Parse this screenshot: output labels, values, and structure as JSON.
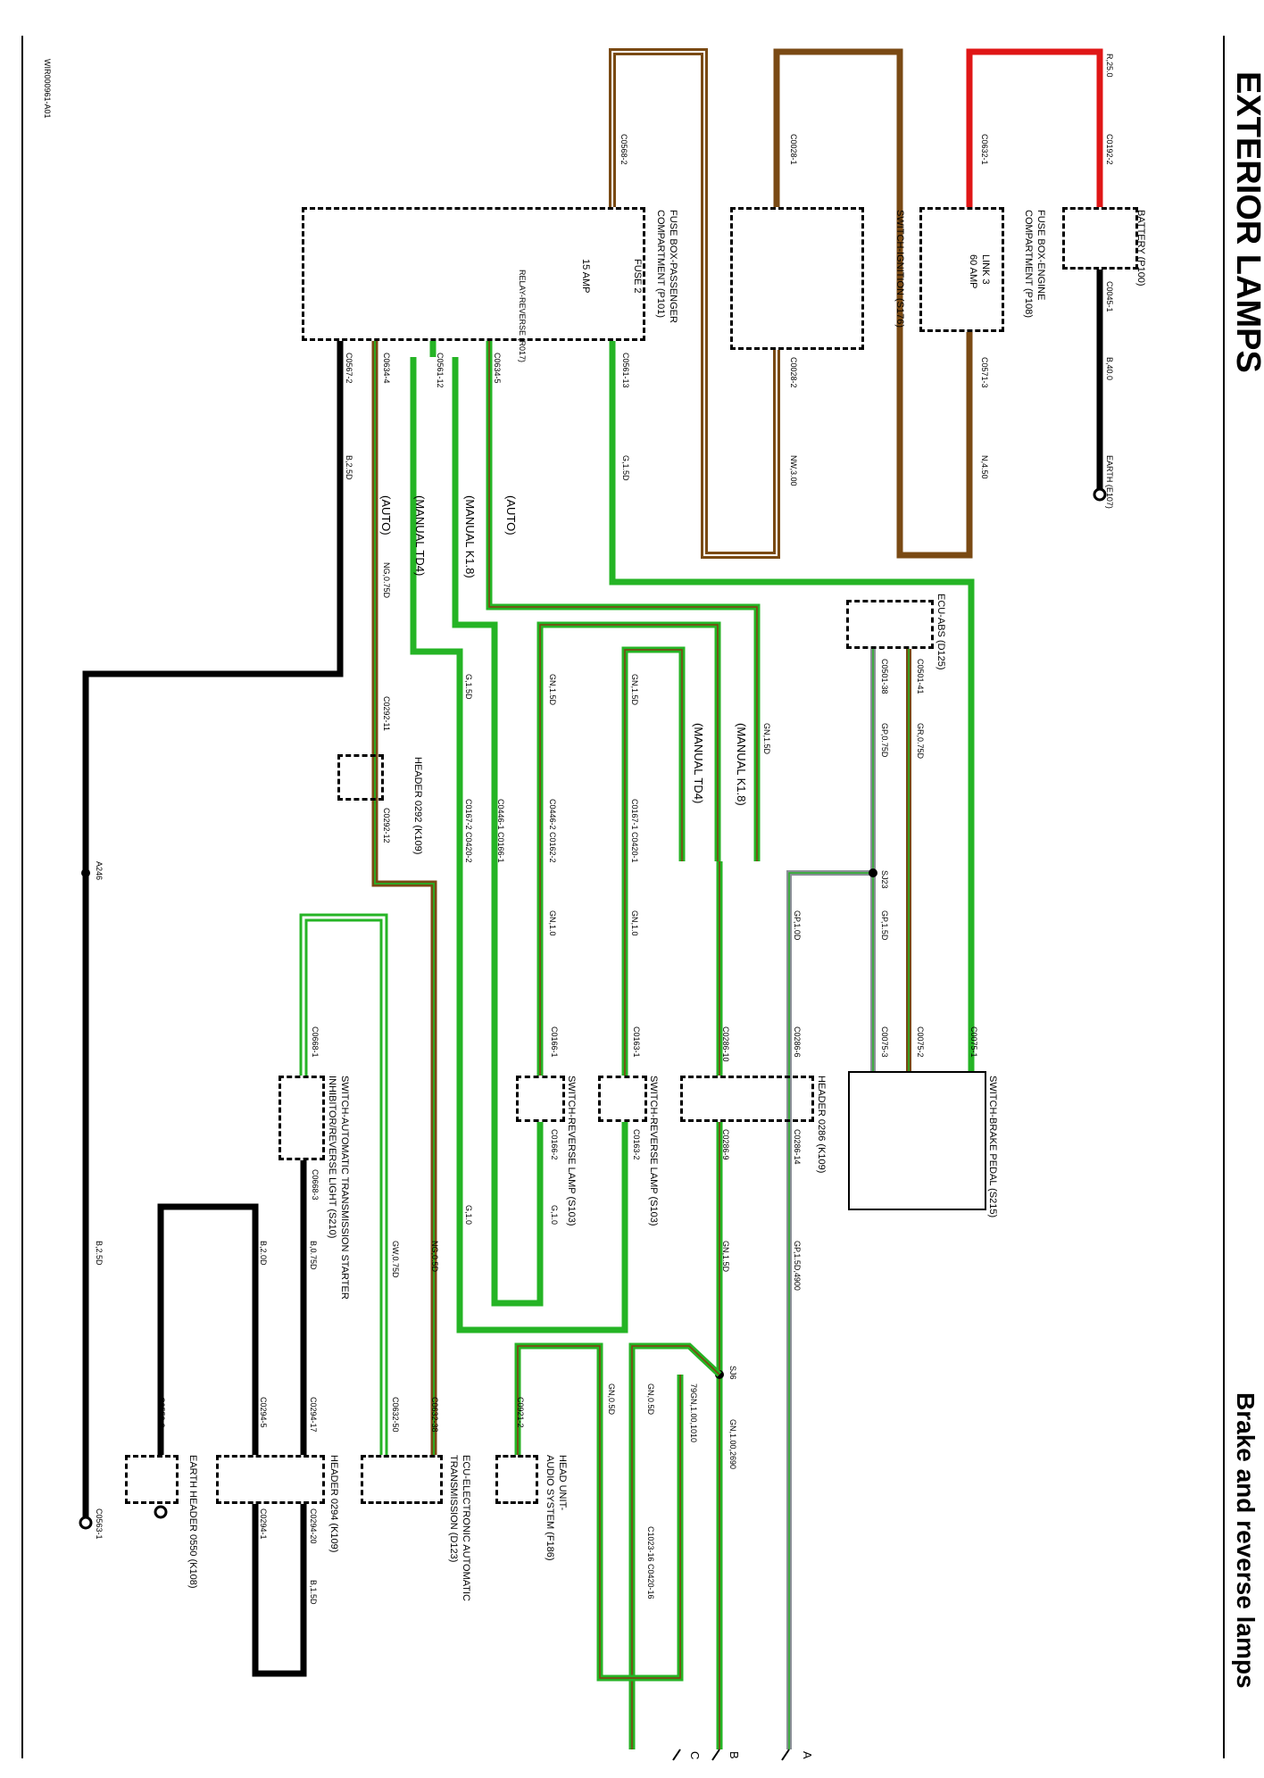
{
  "header": {
    "title": "EXTERIOR LAMPS",
    "subtitle": "Brake and reverse lamps",
    "doc_code": "WIR000961-A01"
  },
  "wire_colors": {
    "red": "#e01616",
    "brown": "#7a4a14",
    "green": "#25b425",
    "black": "#000000",
    "grey": "#8a8f96",
    "orange": "#d96a1e"
  },
  "components": {
    "battery": {
      "label": "BATTERY (P100)",
      "connector_top": "C0192-2",
      "connector_bottom": "C0045-1"
    },
    "earth_e107": {
      "label": "EARTH (E107)",
      "wire": "B,40.0"
    },
    "fusebox_engine": {
      "label1": "FUSE BOX-ENGINE",
      "label2": "COMPARTMENT (P108)",
      "link": "LINK 3",
      "amps": "60 AMP",
      "connector_top": "C0632-1",
      "connector_bottom": "C0571-3",
      "wire_in": "R,25.0",
      "wire_out": "N,4.50"
    },
    "ignition": {
      "label": "SWITCH-IGNITION (S176)",
      "connector_top": "C0028-1",
      "connector_bottom": "C0028-2",
      "wire_out": "NW,3.00"
    },
    "fusebox_passenger": {
      "label1": "FUSE BOX-PASSENGER",
      "label2": "COMPARTMENT (P101)",
      "fuse": "FUSE 2",
      "amps": "15 AMP",
      "relay": "RELAY-REVERSE (R017)",
      "connector_top": "C0568-2",
      "connectors": [
        "C0567-2",
        "C0634-4",
        "C0561-12",
        "C0634-5",
        "C0561-13"
      ]
    },
    "ecu_abs": {
      "label": "ECU-ABS (D125)",
      "connectors": [
        "C0501-38",
        "C0501-41"
      ],
      "wires": [
        "GP,0.75D",
        "GR,0.75D"
      ]
    },
    "brake_switch": {
      "label": "SWITCH-BRAKE PEDAL (S215)",
      "connectors": [
        "C0075-3",
        "C0075-2",
        "C0075-1"
      ]
    },
    "splice_sj23": {
      "label": "SJ23"
    },
    "header_0292": {
      "label": "HEADER 0292 (K109)",
      "connectors": [
        "C0292-11",
        "C0292-12"
      ]
    },
    "header_0286": {
      "label": "HEADER 0286 (K109)",
      "connectors": [
        "C0286-6",
        "C0286-10",
        "C0286-9",
        "C0286-14"
      ]
    },
    "reverse_switch_a": {
      "label": "SWITCH-REVERSE LAMP (S103)",
      "connectors": [
        "C0163-1",
        "C0163-2"
      ]
    },
    "reverse_switch_b": {
      "label": "SWITCH-REVERSE LAMP (S103)",
      "connectors": [
        "C0166-1",
        "C0166-2"
      ]
    },
    "inhibitor_switch": {
      "label1": "SWITCH-AUTOMATIC TRANSMISSION STARTER",
      "label2": "INHIBITOR/REVERSE LIGHT (S210)",
      "connectors": [
        "C0668-1",
        "C0668-3"
      ]
    },
    "ecu_trans": {
      "label1": "ECU-ELECTRONIC AUTOMATIC",
      "label2": "TRANSMISSION (D123)",
      "connectors": [
        "C0632-50",
        "C0632-38"
      ]
    },
    "head_unit": {
      "label1": "HEAD UNIT-",
      "label2": "AUDIO SYSTEM (F186)",
      "connector": "C0921-2"
    },
    "header_0294": {
      "label": "HEADER 0294 (K109)",
      "connectors": [
        "C0294-5",
        "C0294-17",
        "C0294-1",
        "C0294-20"
      ]
    },
    "earth_header_0550": {
      "label": "EARTH HEADER 0550 (K108)",
      "connector": "C0550-3"
    },
    "splice_sj6": {
      "label": "SJ6"
    },
    "earth_end": {
      "connector": "C0563-1"
    }
  },
  "wire_labels": {
    "gl150_a": "G,1.5D",
    "b250": "B,2.5D",
    "auto1": "(AUTO)",
    "manual_k18": "(MANUAL K1.8)",
    "manual_td4": "(MANUAL TD4)",
    "auto2": "(AUTO)",
    "ngl075": "NG,0.75D",
    "gl150_b": "G,1.5D",
    "gn150_a": "GN,1.5D",
    "gn150_b": "GN,1.5D",
    "gn150_c": "GN,1.5D",
    "manual_td4_b": "(MANUAL TD4)",
    "manual_k18_b": "(MANUAL K1.8)",
    "c0167": "C0167-2 C0420-2",
    "c0446": "C0446-1 C0166-1",
    "c0446b": "C0446-2 C0162-2",
    "c0167b": "C0167-1 C0420-1",
    "gn10_a": "GN,1.0",
    "gn10_b": "GN,1.0",
    "g10": "G,1.0",
    "gp100": "GP,1.0D",
    "gp150": "GP,1.5D",
    "gp150_4900": "GP,1.5D,4900",
    "gn150_d": "GN,1.5D",
    "a246": "A246",
    "b250_b": "B,2.5D",
    "b20": "B,2.0D",
    "b075": "B,0.75D",
    "gw075": "GW,0.75D",
    "ng05": "NG,0.5D",
    "g10_b": "G,1.0",
    "b150": "B,1.5D",
    "gn05_a": "GN,0.5D",
    "gn05_b": "GN,0.5D",
    "gn_2": "79GN,1.00,1010",
    "gn_3": "GN,1.00,2690",
    "c1023": "C1023-16 C0420-16",
    "end_a": "A",
    "end_b": "B",
    "end_c": "C"
  }
}
